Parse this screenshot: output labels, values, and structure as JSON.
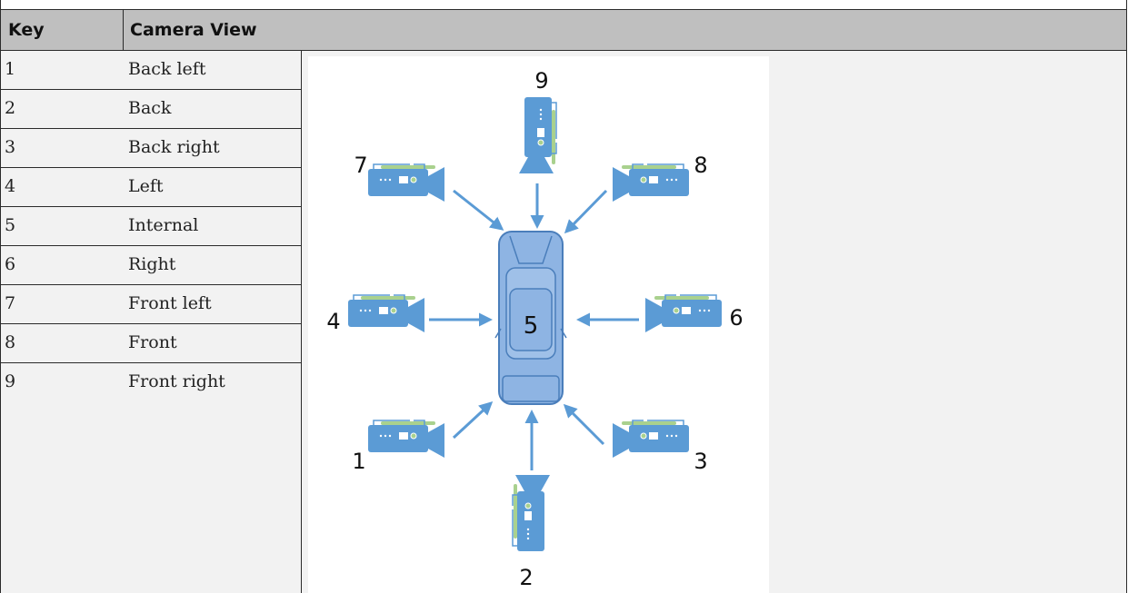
{
  "table": {
    "headers": {
      "key": "Key",
      "view": "Camera View"
    },
    "rows": [
      {
        "key": "1",
        "view": "Back left"
      },
      {
        "key": "2",
        "view": "Back"
      },
      {
        "key": "3",
        "view": "Back right"
      },
      {
        "key": "4",
        "view": "Left"
      },
      {
        "key": "5",
        "view": "Internal"
      },
      {
        "key": "6",
        "view": "Right"
      },
      {
        "key": "7",
        "view": "Front left"
      },
      {
        "key": "8",
        "view": "Front"
      },
      {
        "key": "9",
        "view": "Front right"
      }
    ]
  },
  "figure": {
    "car_label": "5",
    "camera_labels": [
      "1",
      "2",
      "3",
      "4",
      "6",
      "7",
      "8",
      "9"
    ],
    "colors": {
      "camera_body": "#5b9bd5",
      "camera_accent": "#a9d18e",
      "arrow": "#5b9bd5",
      "car_fill": "#8eb4e3",
      "car_stroke": "#4a7ebb"
    }
  }
}
